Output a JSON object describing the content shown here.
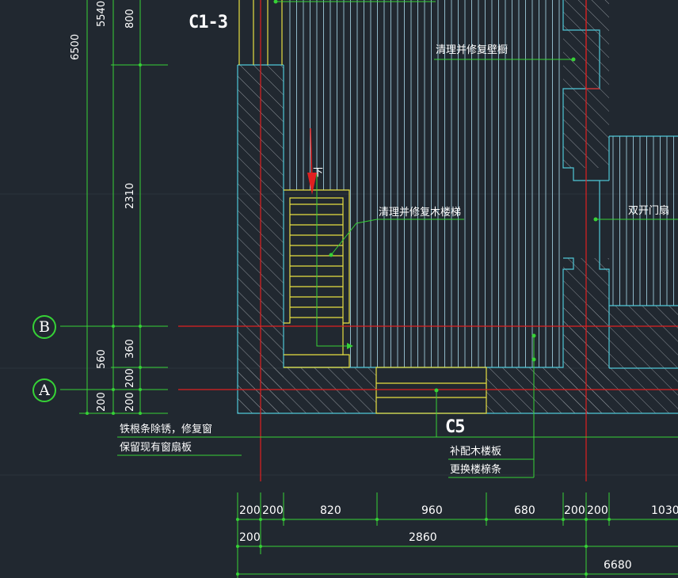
{
  "labels": {
    "title_c13": "C1-3",
    "title_c5": "C5",
    "note_wall_cabinet": "清理并修复壁橱",
    "note_wood_stair": "清理并修复木楼梯",
    "note_double_door": "双开门扇",
    "note_stair_down": "下",
    "note_window_1": "铁根条除锈，修复窗",
    "note_window_2": "保留现有窗扇板",
    "note_floor_1": "补配木楼板",
    "note_floor_2": "更换楼榇条"
  },
  "axes": {
    "b": "B",
    "a": "A"
  },
  "dims_vertical": {
    "d6500": "6500",
    "d5540": "5540",
    "d800": "800",
    "d2310": "2310",
    "d560": "560",
    "d360": "360",
    "d200_a": "200",
    "d200_b": "200",
    "d200_c": "200"
  },
  "dims_horizontal": {
    "row1": [
      "200",
      "200",
      "820",
      "960",
      "680",
      "200",
      "200",
      "1030"
    ],
    "row2": [
      "200",
      "2860"
    ],
    "row3": [
      "6680"
    ]
  },
  "colors": {
    "background": "#212830",
    "dim_green": "#36d236",
    "axis_red": "#e02020",
    "wall_cyan": "#4fc8d8",
    "stair_yellow": "#e8e040",
    "hatch_gray": "#8a9096",
    "floor_line": "#8fb8c8"
  }
}
